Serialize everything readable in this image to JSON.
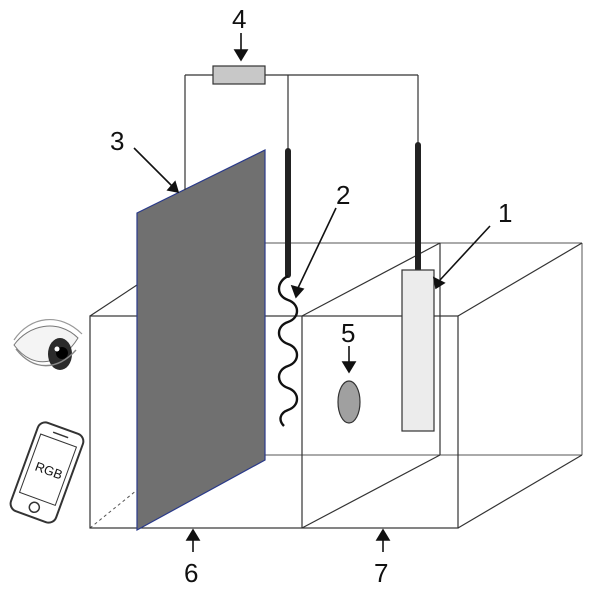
{
  "labels": {
    "label_1": "1",
    "label_2": "2",
    "label_3": "3",
    "label_4": "4",
    "label_5": "5",
    "label_6": "6",
    "label_7": "7"
  },
  "phone": {
    "screen_text": "RGB"
  },
  "colors": {
    "line": "#111111",
    "plate": "#707070",
    "resistor_fill": "#c8c8c8",
    "electrode1_fill": "#ececec",
    "disc_fill": "#a0a0a0"
  },
  "icons": [
    "eye-icon",
    "smartphone-icon"
  ]
}
